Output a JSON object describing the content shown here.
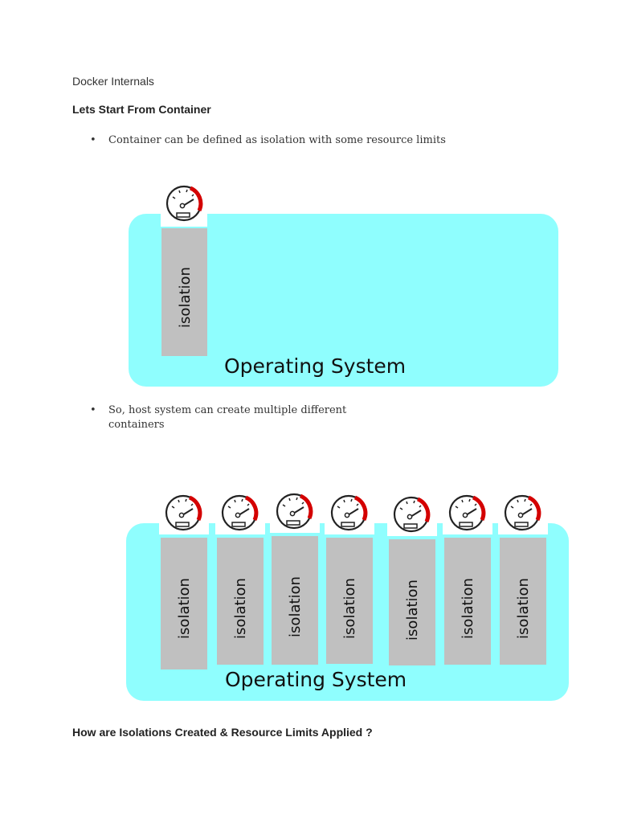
{
  "document": {
    "title": "Docker Internals",
    "heading_1": "Lets Start From Container",
    "bullet_1": "Container can be defined as isolation with some resource limits",
    "bullet_2_line1": "So, host system can create multiple different",
    "bullet_2_line2": "containers",
    "heading_2": "How are Isolations Created & Resource Limits Applied ?",
    "bullet_symbol": "•"
  },
  "diagram_single": {
    "os_label": "Operating System",
    "container_label": "isolation",
    "container_count": 1
  },
  "diagram_multi": {
    "os_label": "Operating System",
    "container_label": "isolation",
    "container_count": 7
  },
  "colors": {
    "os_fill": "#8ffefe",
    "container_fill": "#c0c0c0",
    "gauge_red": "#d40000"
  },
  "icons": {
    "gauge": "speedometer-gauge-icon"
  }
}
